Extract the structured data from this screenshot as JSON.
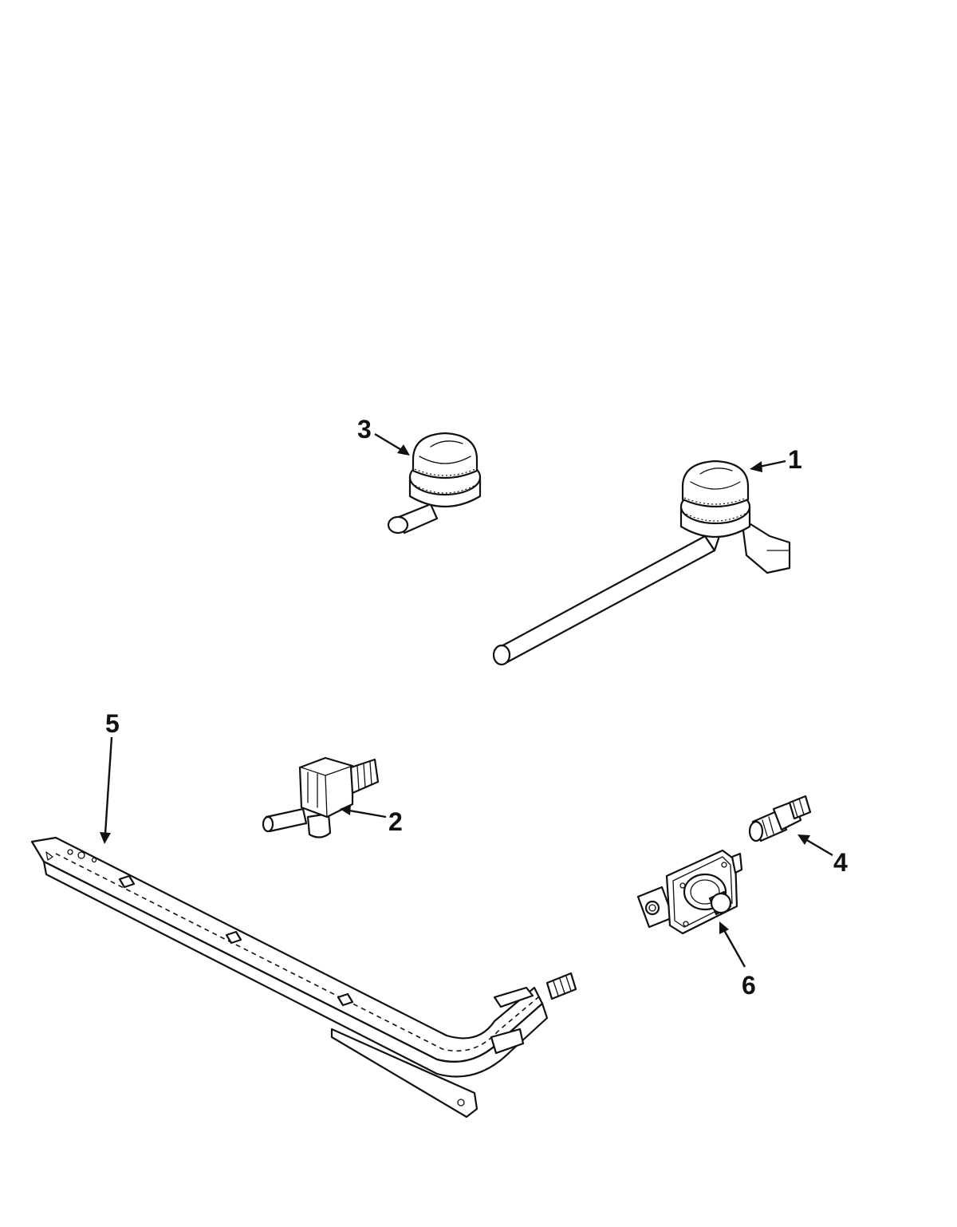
{
  "parts": [
    {
      "id": "1",
      "label": "1",
      "name": "burner-assembly-with-long-tube"
    },
    {
      "id": "2",
      "label": "2",
      "name": "burner-valve"
    },
    {
      "id": "3",
      "label": "3",
      "name": "burner-assembly-short"
    },
    {
      "id": "4",
      "label": "4",
      "name": "orifice-fitting"
    },
    {
      "id": "5",
      "label": "5",
      "name": "gas-manifold"
    },
    {
      "id": "6",
      "label": "6",
      "name": "pressure-regulator"
    }
  ]
}
